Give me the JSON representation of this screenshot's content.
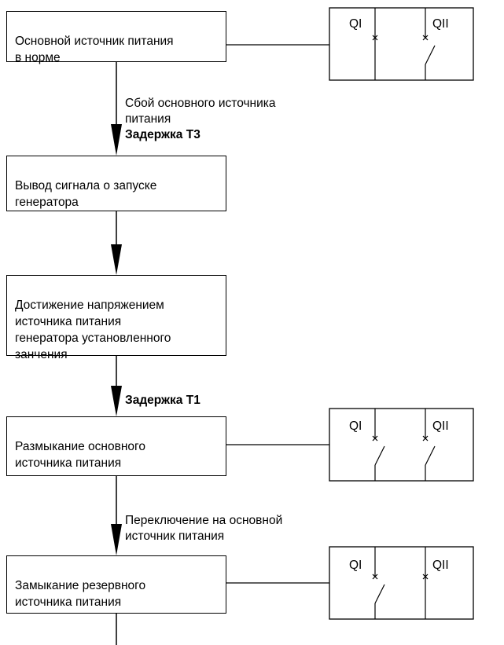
{
  "steps": [
    {
      "text": "Основной источник питания\nв норме"
    },
    {
      "text": "Вывод сигнала о запуске\nгенератора"
    },
    {
      "text": "Достижение напряжением\nисточника питания\nгенератора установленного\nзанчения"
    },
    {
      "text": "Размыкание основного\nисточника питания"
    },
    {
      "text": "Замыкание резервного\nисточника питания"
    }
  ],
  "transitions": [
    {
      "text": "Сбой основного источника\nпитания",
      "delay": "Задержка Т3"
    },
    {
      "text": "",
      "delay": ""
    },
    {
      "text": "",
      "delay": "Задержка Т1"
    },
    {
      "text": "Переключение на основной\nисточник питания",
      "delay": ""
    }
  ],
  "switch_panels": [
    {
      "qi_label": "QI",
      "qii_label": "QII",
      "qi_state": "closed",
      "qii_state": "open"
    },
    {
      "qi_label": "QI",
      "qii_label": "QII",
      "qi_state": "open",
      "qii_state": "open"
    },
    {
      "qi_label": "QI",
      "qii_label": "QII",
      "qi_state": "open",
      "qii_state": "closed"
    }
  ]
}
